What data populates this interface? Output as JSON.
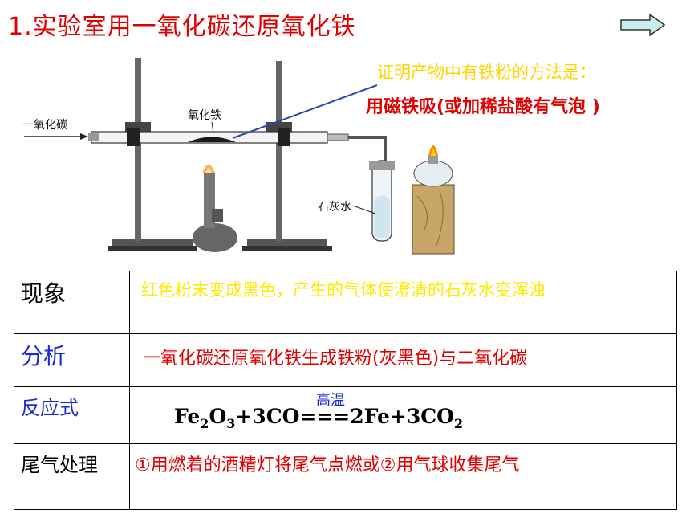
{
  "title": "1.实验室用一氧化碳还原氧化铁",
  "nav": {
    "next_icon": "right-arrow-icon"
  },
  "diagram": {
    "labels": {
      "co_inlet": "一氧化碳",
      "iron_oxide": "氧化铁",
      "limewater": "石灰水"
    }
  },
  "callout": {
    "question": "证明产物中有铁粉的方法是：",
    "answer": "用磁铁吸(或加稀盐酸有气泡 )"
  },
  "table": {
    "phenomenon": {
      "label": "现象",
      "text": "红色粉末变成黑色，产生的气体使澄清的石灰水变浑浊"
    },
    "analysis": {
      "label": "分析",
      "text": "一氧化碳还原氧化铁生成铁粉(灰黑色)与二氧化碳"
    },
    "equation": {
      "label": "反应式",
      "condition": "高温",
      "reactant1_base": "Fe",
      "sub_2": "2",
      "o": "O",
      "sub_3": "3",
      "mid": "+3CO",
      "arrow": "===",
      "product1": "2Fe+3CO",
      "co2_sub": "2"
    },
    "tail_gas": {
      "label": "尾气处理",
      "text": "①用燃着的酒精灯将尾气点燃或②用气球收集尾气"
    }
  },
  "colors": {
    "title_red": "#e00000",
    "blue": "#1d2bd6",
    "yellow": "#ffea00",
    "callout_yellow": "#ffd400",
    "arrow_fill": "#c8ecec"
  }
}
